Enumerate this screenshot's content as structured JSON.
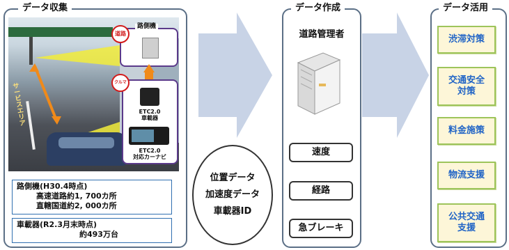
{
  "collection": {
    "title": "データ収集",
    "roadside_label": "路側機",
    "road_tag": "道路",
    "car_tag": "クルマ",
    "etc_device": "ETC2.0\n車載器",
    "etc_nav": "ETC2.0\n対応カーナビ",
    "overlay_text": "サービスエリア",
    "roadside_info": {
      "line1": "路側機(H30.4時点)",
      "line2": "高速道路約1, 700カ所",
      "line3": "直轄国道約2, 000カ所"
    },
    "onboard_info": {
      "line1": "車載器(R2.3月末時点)",
      "line2": "約493万台"
    }
  },
  "data_types": {
    "line1": "位置データ",
    "line2": "加速度データ",
    "line3": "車載器ID"
  },
  "creation": {
    "title": "データ作成",
    "subtitle": "道路管理者",
    "items": [
      "速度",
      "経路",
      "急ブレーキ"
    ]
  },
  "usage": {
    "title": "データ活用",
    "items": [
      "渋滞対策",
      "交通安全\n対策",
      "料金施策",
      "物流支援",
      "公共交通\n支援"
    ]
  },
  "colors": {
    "panel_border": "#5b6f86",
    "arrow": "#c8d3e6",
    "usage_text": "#1f63c6",
    "usage_fill": "#fdf6d8",
    "usage_border": "#9dc45a",
    "info_border": "#2f6fb0"
  }
}
